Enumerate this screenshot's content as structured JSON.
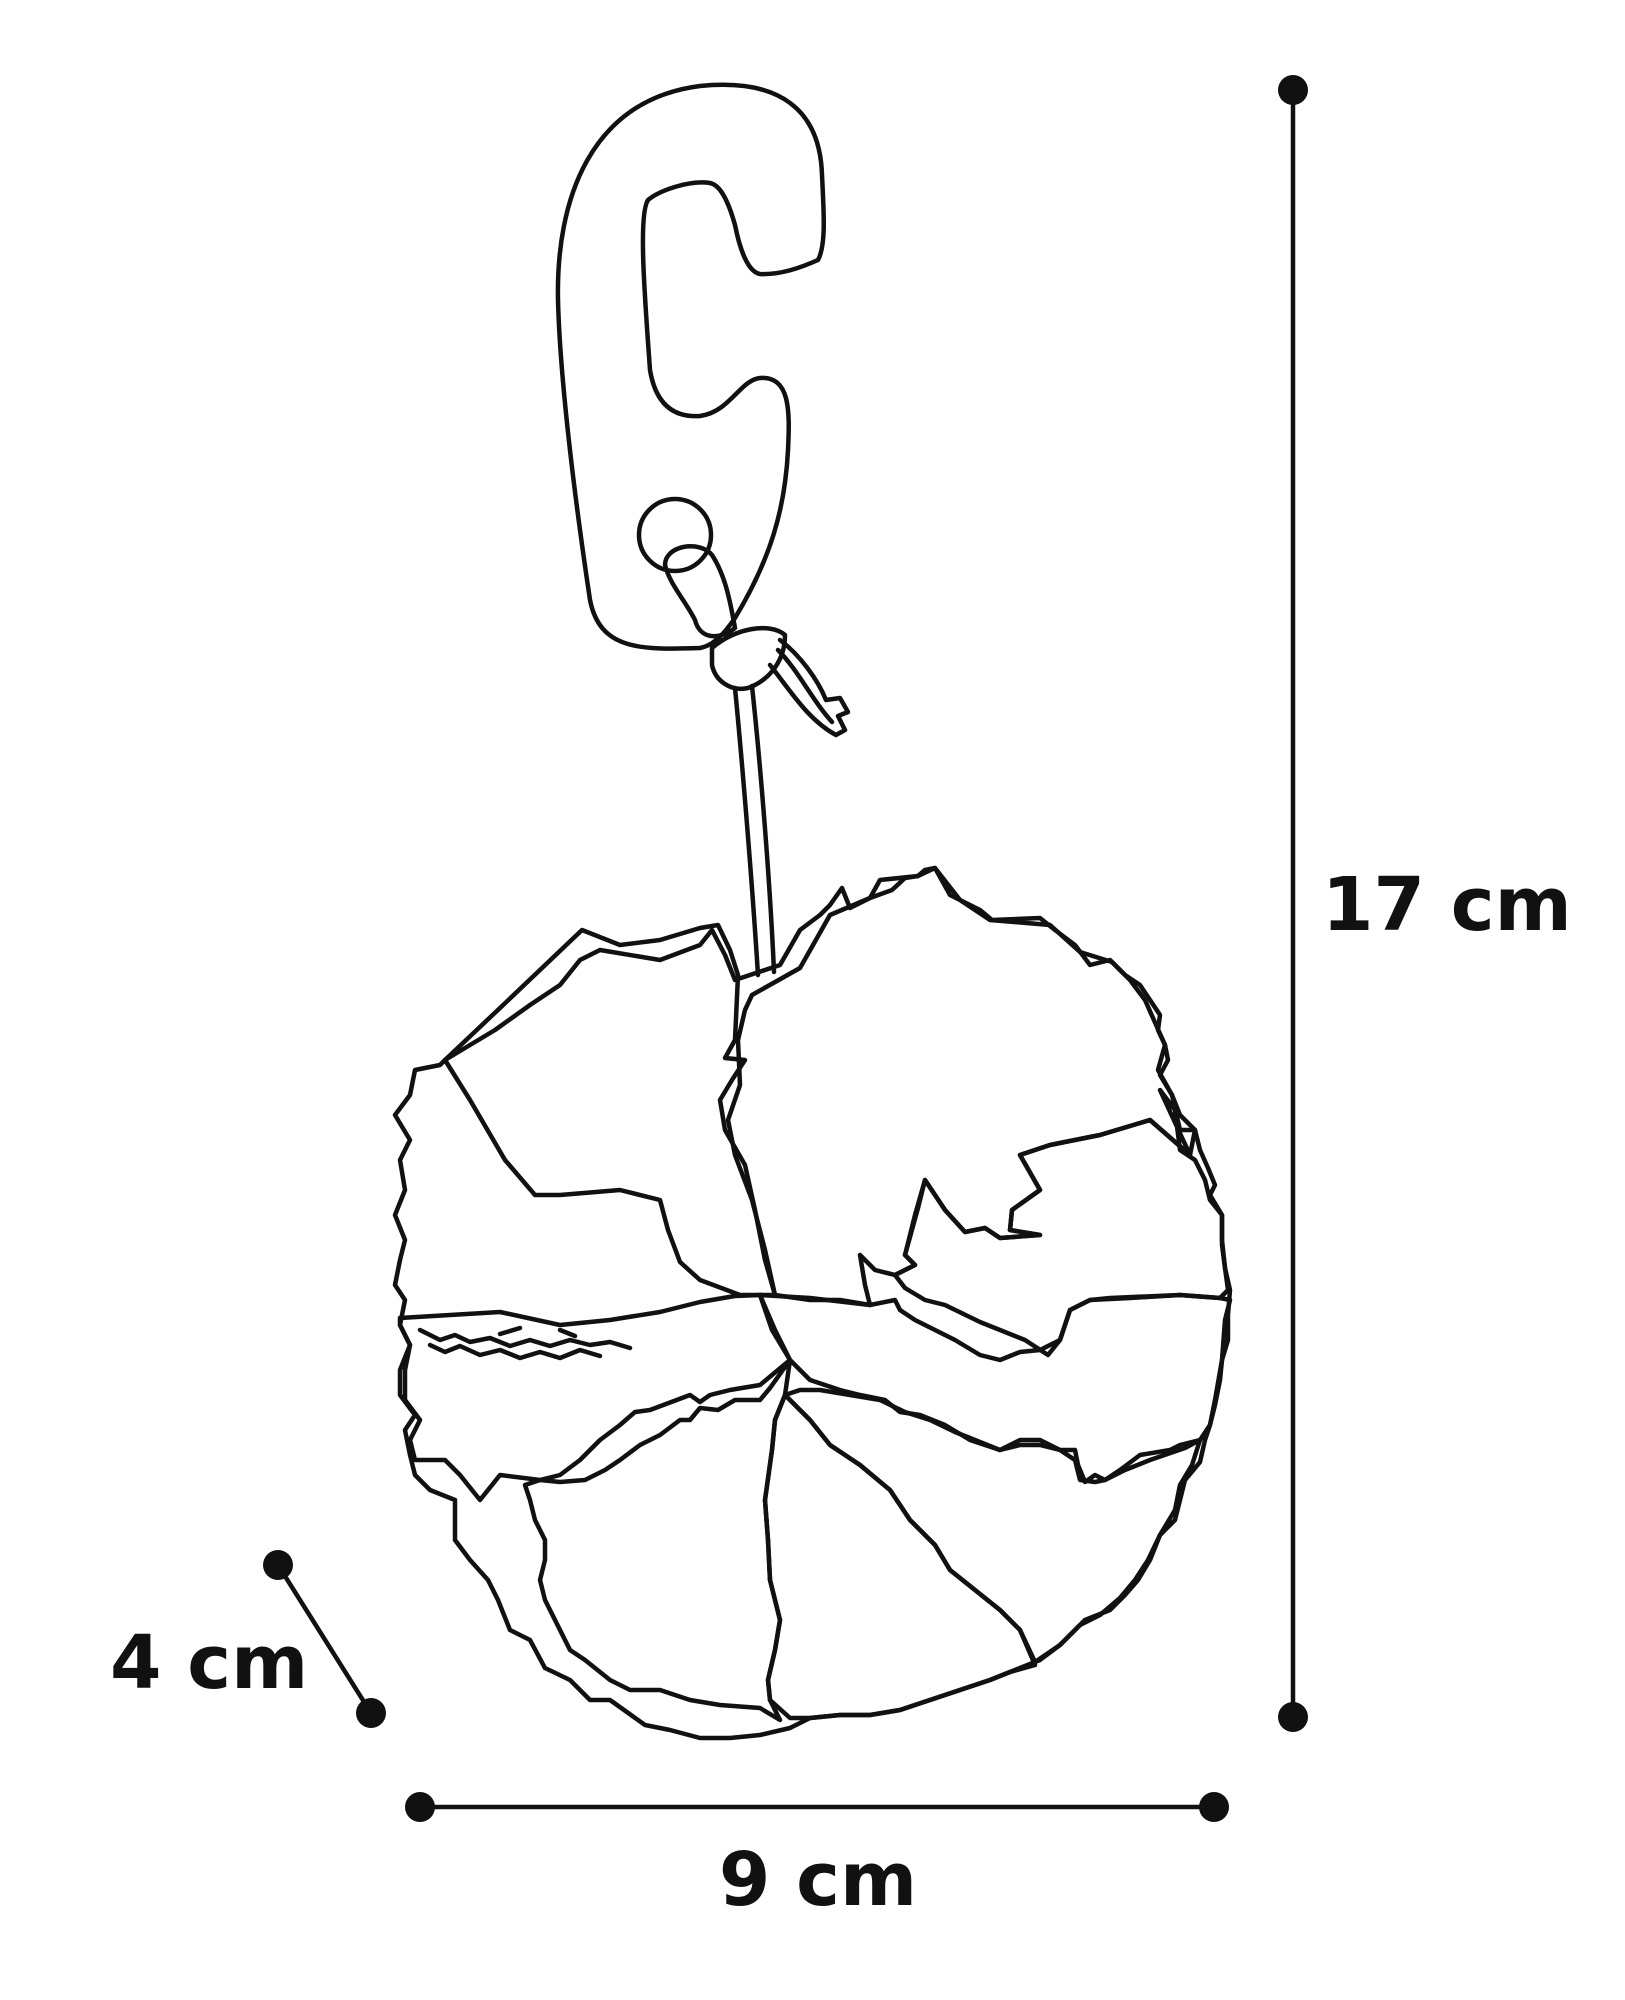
{
  "dimensions": {
    "height": {
      "label": "17 cm"
    },
    "width": {
      "label": "9 cm"
    },
    "depth": {
      "label": "4 cm"
    }
  },
  "colors": {
    "line": "#111111",
    "background": "#ffffff"
  }
}
